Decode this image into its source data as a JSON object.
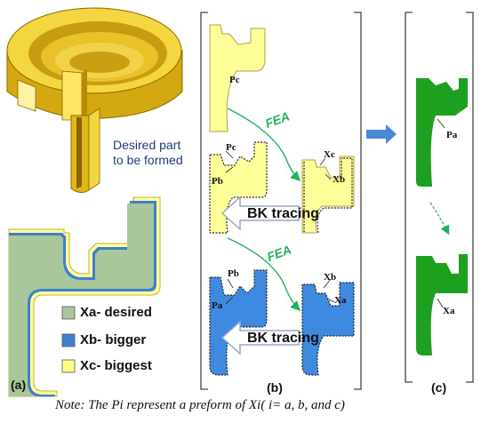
{
  "part_description": [
    "Desired part",
    "to be formed"
  ],
  "legend": {
    "xa": {
      "label": "Xa- desired",
      "color": "#a9c79a"
    },
    "xb": {
      "label": "Xb- bigger",
      "color": "#3d7fd0"
    },
    "xc": {
      "label": "Xc- biggest",
      "color": "#ffff88"
    }
  },
  "panels": {
    "a": "(a)",
    "b": "(b)",
    "c": "(c)"
  },
  "process": {
    "fea": "FEA",
    "bk": "BK tracing"
  },
  "points": {
    "pa": "Pa",
    "pb": "Pb",
    "pc": "Pc",
    "xa": "Xa",
    "xb": "Xb",
    "xc": "Xc"
  },
  "note": "Note: The Pi represent a preform of Xi( i= a, b, and c)",
  "colors": {
    "gold": "#e8c21a",
    "preform_yellow": "#ffff99",
    "preform_blue": "#3d8ae0",
    "preform_green": "#1da020",
    "arrow_blue": "#4a8ad4",
    "fea_green": "#22b15a"
  }
}
